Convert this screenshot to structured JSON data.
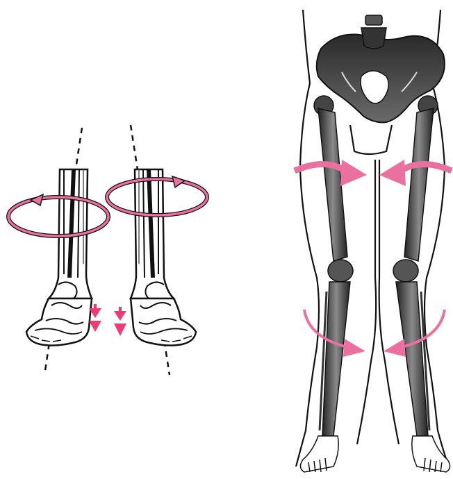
{
  "figure": {
    "left_panel": {
      "subject": "feet-and-ankles",
      "rotation_arrows": [
        "right-ankle-rotation-arrow",
        "left-ankle-rotation-arrow"
      ],
      "pressure_arrows": [
        "downward-arrow-right",
        "downward-arrow-left"
      ]
    },
    "right_panel": {
      "subject": "pelvis-and-legs",
      "rotation_arrows": [
        "thigh-inward-arrow-left",
        "thigh-inward-arrow-right",
        "knee-inward-arrow-left",
        "knee-inward-arrow-right"
      ]
    }
  },
  "colors": {
    "arrow_pink": "#e9709f",
    "arrow_red": "#ee3b73",
    "bone_dark": "#3a3a3a",
    "outline": "#111111",
    "background": "#ffffff"
  }
}
